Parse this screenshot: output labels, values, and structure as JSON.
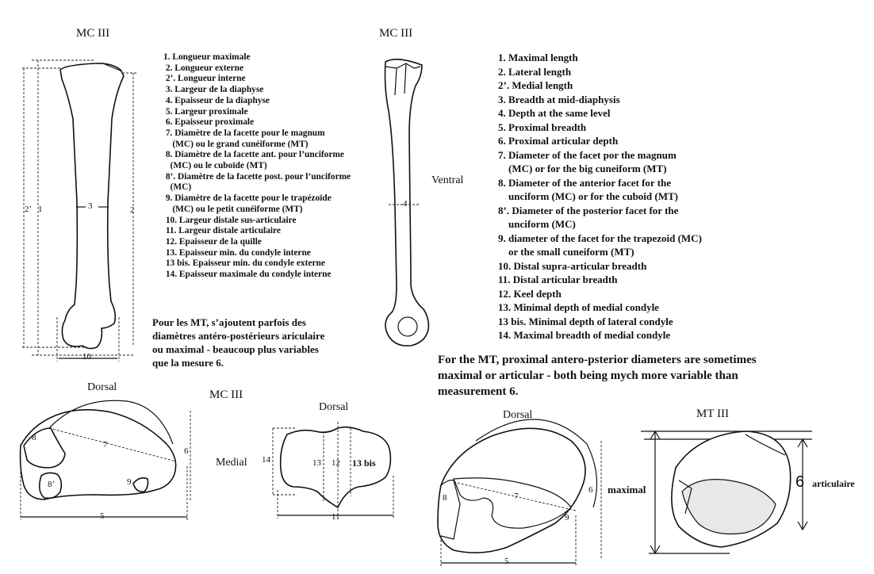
{
  "titles": {
    "mc_left": "MC III",
    "mc_center": "MC III",
    "mc_proximal": "MC III",
    "mt_right": "MT III"
  },
  "french_list": [
    "1. Longueur maximale",
    " 2. Longueur externe",
    " 2’. Longueur interne",
    " 3. Largeur de la diaphyse",
    " 4. Epaisseur de la diaphyse",
    " 5. Largeur proximale",
    " 6. Epaisseur proximale",
    " 7. Diamètre de la facette pour le magnum",
    "    (MC) ou le grand cunéiforme (MT)",
    " 8. Diamètre de la facette ant. pour l’unciforme",
    "   (MC) ou le cuboïde (MT)",
    " 8’. Diamètre de la facette post. pour l’unciforme",
    "   (MC)",
    " 9. Diamètre de la facette pour le trapézoïde",
    "    (MC) ou le petit cunéiforme (MT)",
    " 10. Largeur distale sus-articulaire",
    " 11. Largeur distale articulaire",
    " 12. Epaisseur de la quille",
    " 13. Epaisseur min. du condyle interne",
    " 13 bis. Epaisseur min. du condyle externe",
    " 14. Epaisseur maximale du condyle interne"
  ],
  "english_list": [
    "1. Maximal length",
    "2. Lateral length",
    "2’. Medial length",
    "3. Breadth at mid-diaphysis",
    "4. Depth at the same level",
    "5. Proximal breadth",
    "6. Proximal articular depth",
    "7. Diameter of the facet por the magnum",
    "    (MC) or for the big cuneiform (MT)",
    "8. Diameter of the anterior facet for the",
    "    unciform (MC) or for the cuboid (MT)",
    "8’. Diameter of the posterior facet for the",
    "    unciform (MC)",
    "9. diameter of the facet for the trapezoid (MC)",
    "    or the small cuneiform (MT)",
    "10. Distal supra-articular breadth",
    "11. Distal articular breadth",
    "12. Keel depth",
    "13. Minimal depth of medial condyle",
    "13 bis. Minimal depth of lateral condyle",
    "14. Maximal breadth of medial condyle"
  ],
  "note_fr": "Pour les MT, s’ajoutent parfois des\ndiamètres antéro-postérieurs ariculaire\nou maximal - beaucoup plus variables\nque la mesure 6.",
  "note_en": "For the MT, proximal antero-psterior diameters are sometimes\nmaximal or articular - both being mych more variable than\nmeasurement 6.",
  "labels": {
    "ventral": "Ventral",
    "dorsal_left": "Dorsal",
    "dorsal_center": "Dorsal",
    "dorsal_right": "Dorsal",
    "medial": "Medial",
    "maximal": "maximal",
    "articulaire": "articulaire",
    "m1": "1",
    "m2": "2",
    "m2p": "2’",
    "m3": "3",
    "m4": "4",
    "m10": "10",
    "m5": "5",
    "m6": "6",
    "m7": "7",
    "m8": "8",
    "m8p": "8’",
    "m9": "9",
    "m11": "11",
    "m12": "12",
    "m13": "13",
    "m13bis": "13 bis",
    "m14": "14",
    "r5": "5",
    "r6": "6",
    "r7": "7",
    "r8": "8",
    "r9": "9",
    "mt6": "6"
  }
}
